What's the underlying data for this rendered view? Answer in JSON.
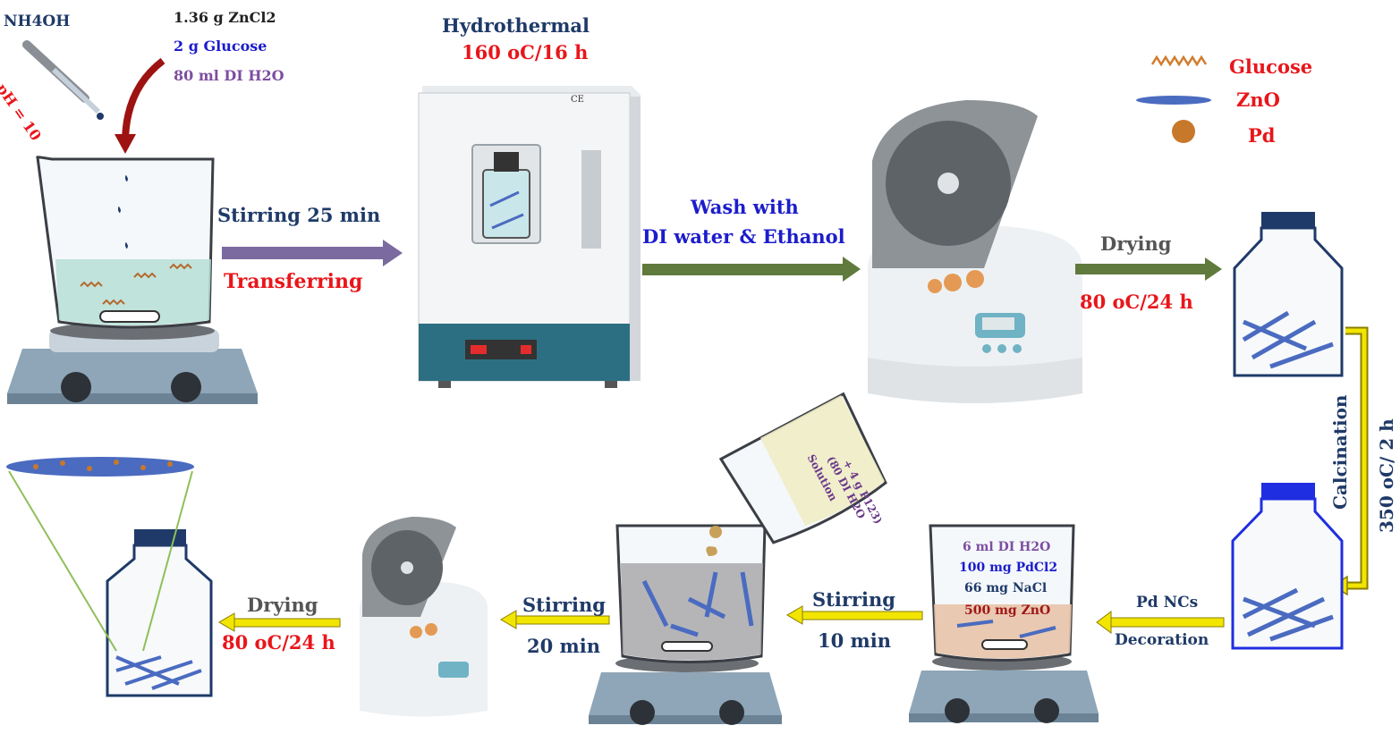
{
  "reagents": {
    "nh4oh": "NH4OH",
    "ph": "pH = 10",
    "zncl2": "1.36 g ZnCl2",
    "glucose": "2 g Glucose",
    "water": "80 ml DI H2O"
  },
  "hydrothermal": {
    "title": "Hydrothermal",
    "condition": "160 oC/16 h"
  },
  "step_stir": {
    "label_top": "Stirring  25 min",
    "label_bottom": "Transferring"
  },
  "step_wash": {
    "line1": "Wash with",
    "line2": "DI water & Ethanol"
  },
  "step_dry1": {
    "label": "Drying",
    "condition": "80 oC/24 h"
  },
  "legend": {
    "glucose": "Glucose",
    "zno": "ZnO",
    "pd": "Pd"
  },
  "step_calc": {
    "label": "Calcination",
    "condition": "350 oC/ 2 h"
  },
  "step_pd": {
    "line1": "Pd NCs",
    "line2": "Decoration"
  },
  "pd_beaker": {
    "l1": "6 ml DI H2O",
    "l2": "100 mg PdCl2",
    "l3": "66 mg NaCl",
    "l4": "500 mg ZnO"
  },
  "solution": {
    "l1": "Solution",
    "l2": "(80 DI H2O",
    "l3": "+ 4 g P123)"
  },
  "step_stir10": {
    "label": "Stirring",
    "time": "10 min"
  },
  "step_stir20": {
    "label": "Stirring",
    "time": "20 min"
  },
  "step_dry2": {
    "label": "Drying",
    "condition": "80 oC/24 h"
  },
  "colors": {
    "navy": "#1f3a68",
    "red": "#e8161b",
    "arrow_purple": "#7a6aa0",
    "arrow_green": "#5f7a3c",
    "arrow_yellow": "#f2e500",
    "zno_blue": "#4a6bc0",
    "bottle_blue": "#1f2ee0",
    "pd_orange": "#c8782a"
  }
}
